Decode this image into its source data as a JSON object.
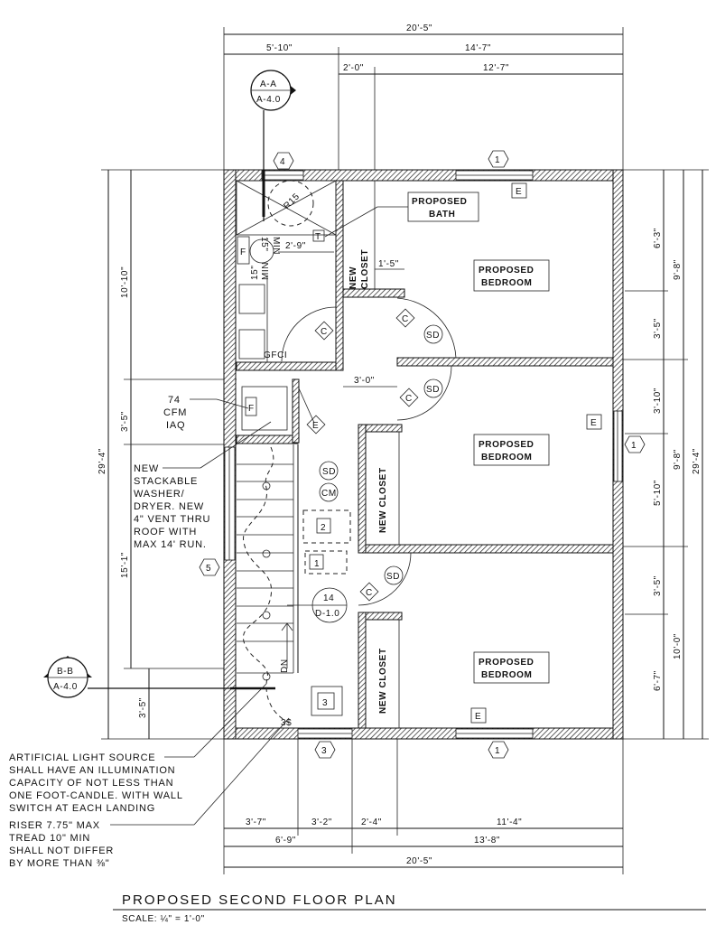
{
  "title": "PROPOSED SECOND FLOOR PLAN",
  "scale": "SCALE: ¼\" = 1'-0\"",
  "dims": {
    "top": [
      "20'-5\"",
      "5'-10\"",
      "14'-7\"",
      "2'-0\"",
      "12'-7\""
    ],
    "bottom": [
      "3'-7\"",
      "3'-2\"",
      "2'-4\"",
      "11'-4\"",
      "6'-9\"",
      "13'-8\"",
      "20'-5\""
    ],
    "left": [
      "10'-10\"",
      "3'-5\"",
      "15'-1\"",
      "3'-5\"",
      "29'-4\""
    ],
    "right": [
      "6'-3\"",
      "3'-5\"",
      "3'-10\"",
      "5'-10\"",
      "3'-5\"",
      "6'-7\"",
      "9'-8\"",
      "9'-8\"",
      "10'-0\"",
      "29'-4\""
    ],
    "interior": [
      "2'-9\"",
      "1'-5\"",
      "3'-0\"",
      "15\"",
      "MIN",
      "15\"",
      "MIN"
    ]
  },
  "rooms": {
    "bath": [
      "PROPOSED",
      "BATH"
    ],
    "bedroom1": [
      "PROPOSED",
      "BEDROOM"
    ],
    "bedroom2": [
      "PROPOSED",
      "BEDROOM"
    ],
    "bedroom3": [
      "PROPOSED",
      "BEDROOM"
    ],
    "closet_top": [
      "NEW",
      "CLOSET"
    ],
    "closet_mid": "NEW CLOSET",
    "closet_bot": "NEW CLOSET"
  },
  "sections": {
    "a": [
      "A-A",
      "A-4.0"
    ],
    "b": [
      "B-B",
      "A-4.0"
    ]
  },
  "tags": [
    "4",
    "1",
    "1",
    "5",
    "3",
    "1"
  ],
  "symbols": {
    "sd": "SD",
    "cm": "CM",
    "c": "C",
    "e": "E",
    "f": "F",
    "t": "T",
    "gfci": "GFCI",
    "shower": "R15",
    "d1": "1",
    "d2": "2",
    "d3": "3",
    "detail_num": "14",
    "detail_sheet": "D-1.0",
    "dn": "DN"
  },
  "notes": {
    "fan": [
      "74",
      "CFM",
      "IAQ"
    ],
    "washer": [
      "NEW",
      "STACKABLE",
      "WASHER/",
      "DRYER. NEW",
      "4\" VENT THRU",
      "ROOF WITH",
      "MAX 14' RUN."
    ],
    "light": [
      "ARTIFICIAL LIGHT SOURCE",
      "SHALL HAVE AN ILLUMINATION",
      "CAPACITY OF NOT LESS THAN",
      "ONE FOOT-CANDLE. WITH WALL",
      "SWITCH AT EACH LANDING"
    ],
    "riser": [
      "RISER 7.75\" MAX",
      "TREAD 10\" MIN",
      "SHALL NOT DIFFER",
      "BY MORE THAN ⅜\""
    ]
  }
}
